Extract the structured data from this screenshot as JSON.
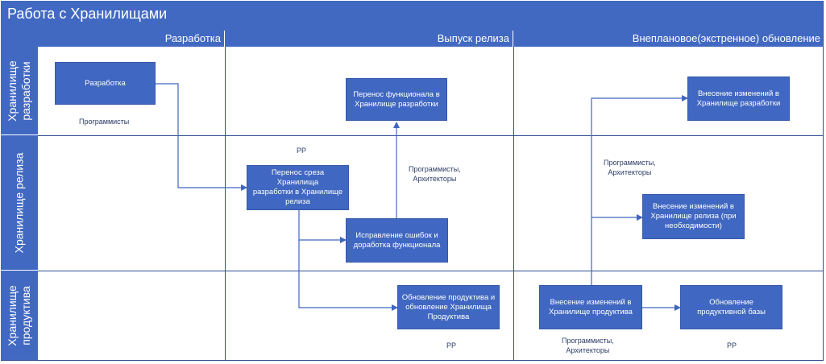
{
  "title": "Работа с Хранилищами",
  "phases": [
    "Разработка",
    "Выпуск релиза",
    "Внеплановое(экстренное) обновление"
  ],
  "lanes": [
    "Хранилище\nразработки",
    "Хранилище релиза",
    "Хранилище\nпродуктива"
  ],
  "boxes": {
    "dev": "Разработка",
    "transfer_dev": "Перенос функционала в\nХранилище разработки",
    "release_slice": "Перенос среза Хранилища\nразработки в Хранилище\nрелиза",
    "fix": "Исправление ошибок и\nдоработка функционала",
    "prod_update": "Обновление продуктива и\nобновление Хранилища\nПродуктива",
    "hot_dev": "Внесение изменений в\nХранилище разработки",
    "hot_release": "Внесение изменений в\nХранилище релиза (при\nнеобходимости)",
    "hot_prod": "Внесение изменений в\nХранилище продуктива",
    "prod_base": "Обновление\nпродуктивной базы"
  },
  "notes": {
    "programmers": "Программисты",
    "rp_release": "РР",
    "prog_arch_release": "Программисты,\nАрхитекторы",
    "rp_prod": "РР",
    "prog_arch_hot": "Программисты,\nАрхитекторы",
    "prog_arch_prod": "Программисты,\nАрхитекторы",
    "rp_hot_prod": "РР"
  },
  "colors": {
    "header": "#4269c2",
    "box": "#4067c1",
    "line": "#2e4e8e",
    "arrow": "#3f66bf"
  }
}
